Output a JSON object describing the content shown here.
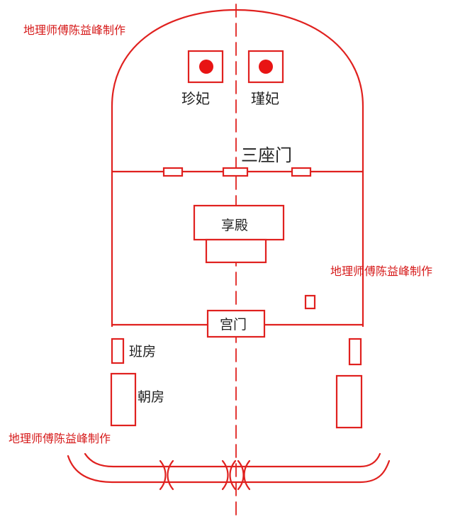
{
  "watermarks": {
    "top_left": "地理师傅陈益峰制作",
    "middle_right": "地理师傅陈益峰制作",
    "bottom_left": "地理师傅陈益峰制作"
  },
  "tombs": {
    "left_label": "珍妃",
    "right_label": "瑾妃"
  },
  "labels": {
    "three_gates": "三座门",
    "sacrifice_hall": "享殿",
    "palace_gate": "宫门",
    "duty_room": "班房",
    "court_room": "朝房"
  },
  "colors": {
    "line": "#e0211f",
    "dot": "#e81414",
    "watermark": "#d61a1a",
    "label": "#222222",
    "background": "#ffffff"
  }
}
